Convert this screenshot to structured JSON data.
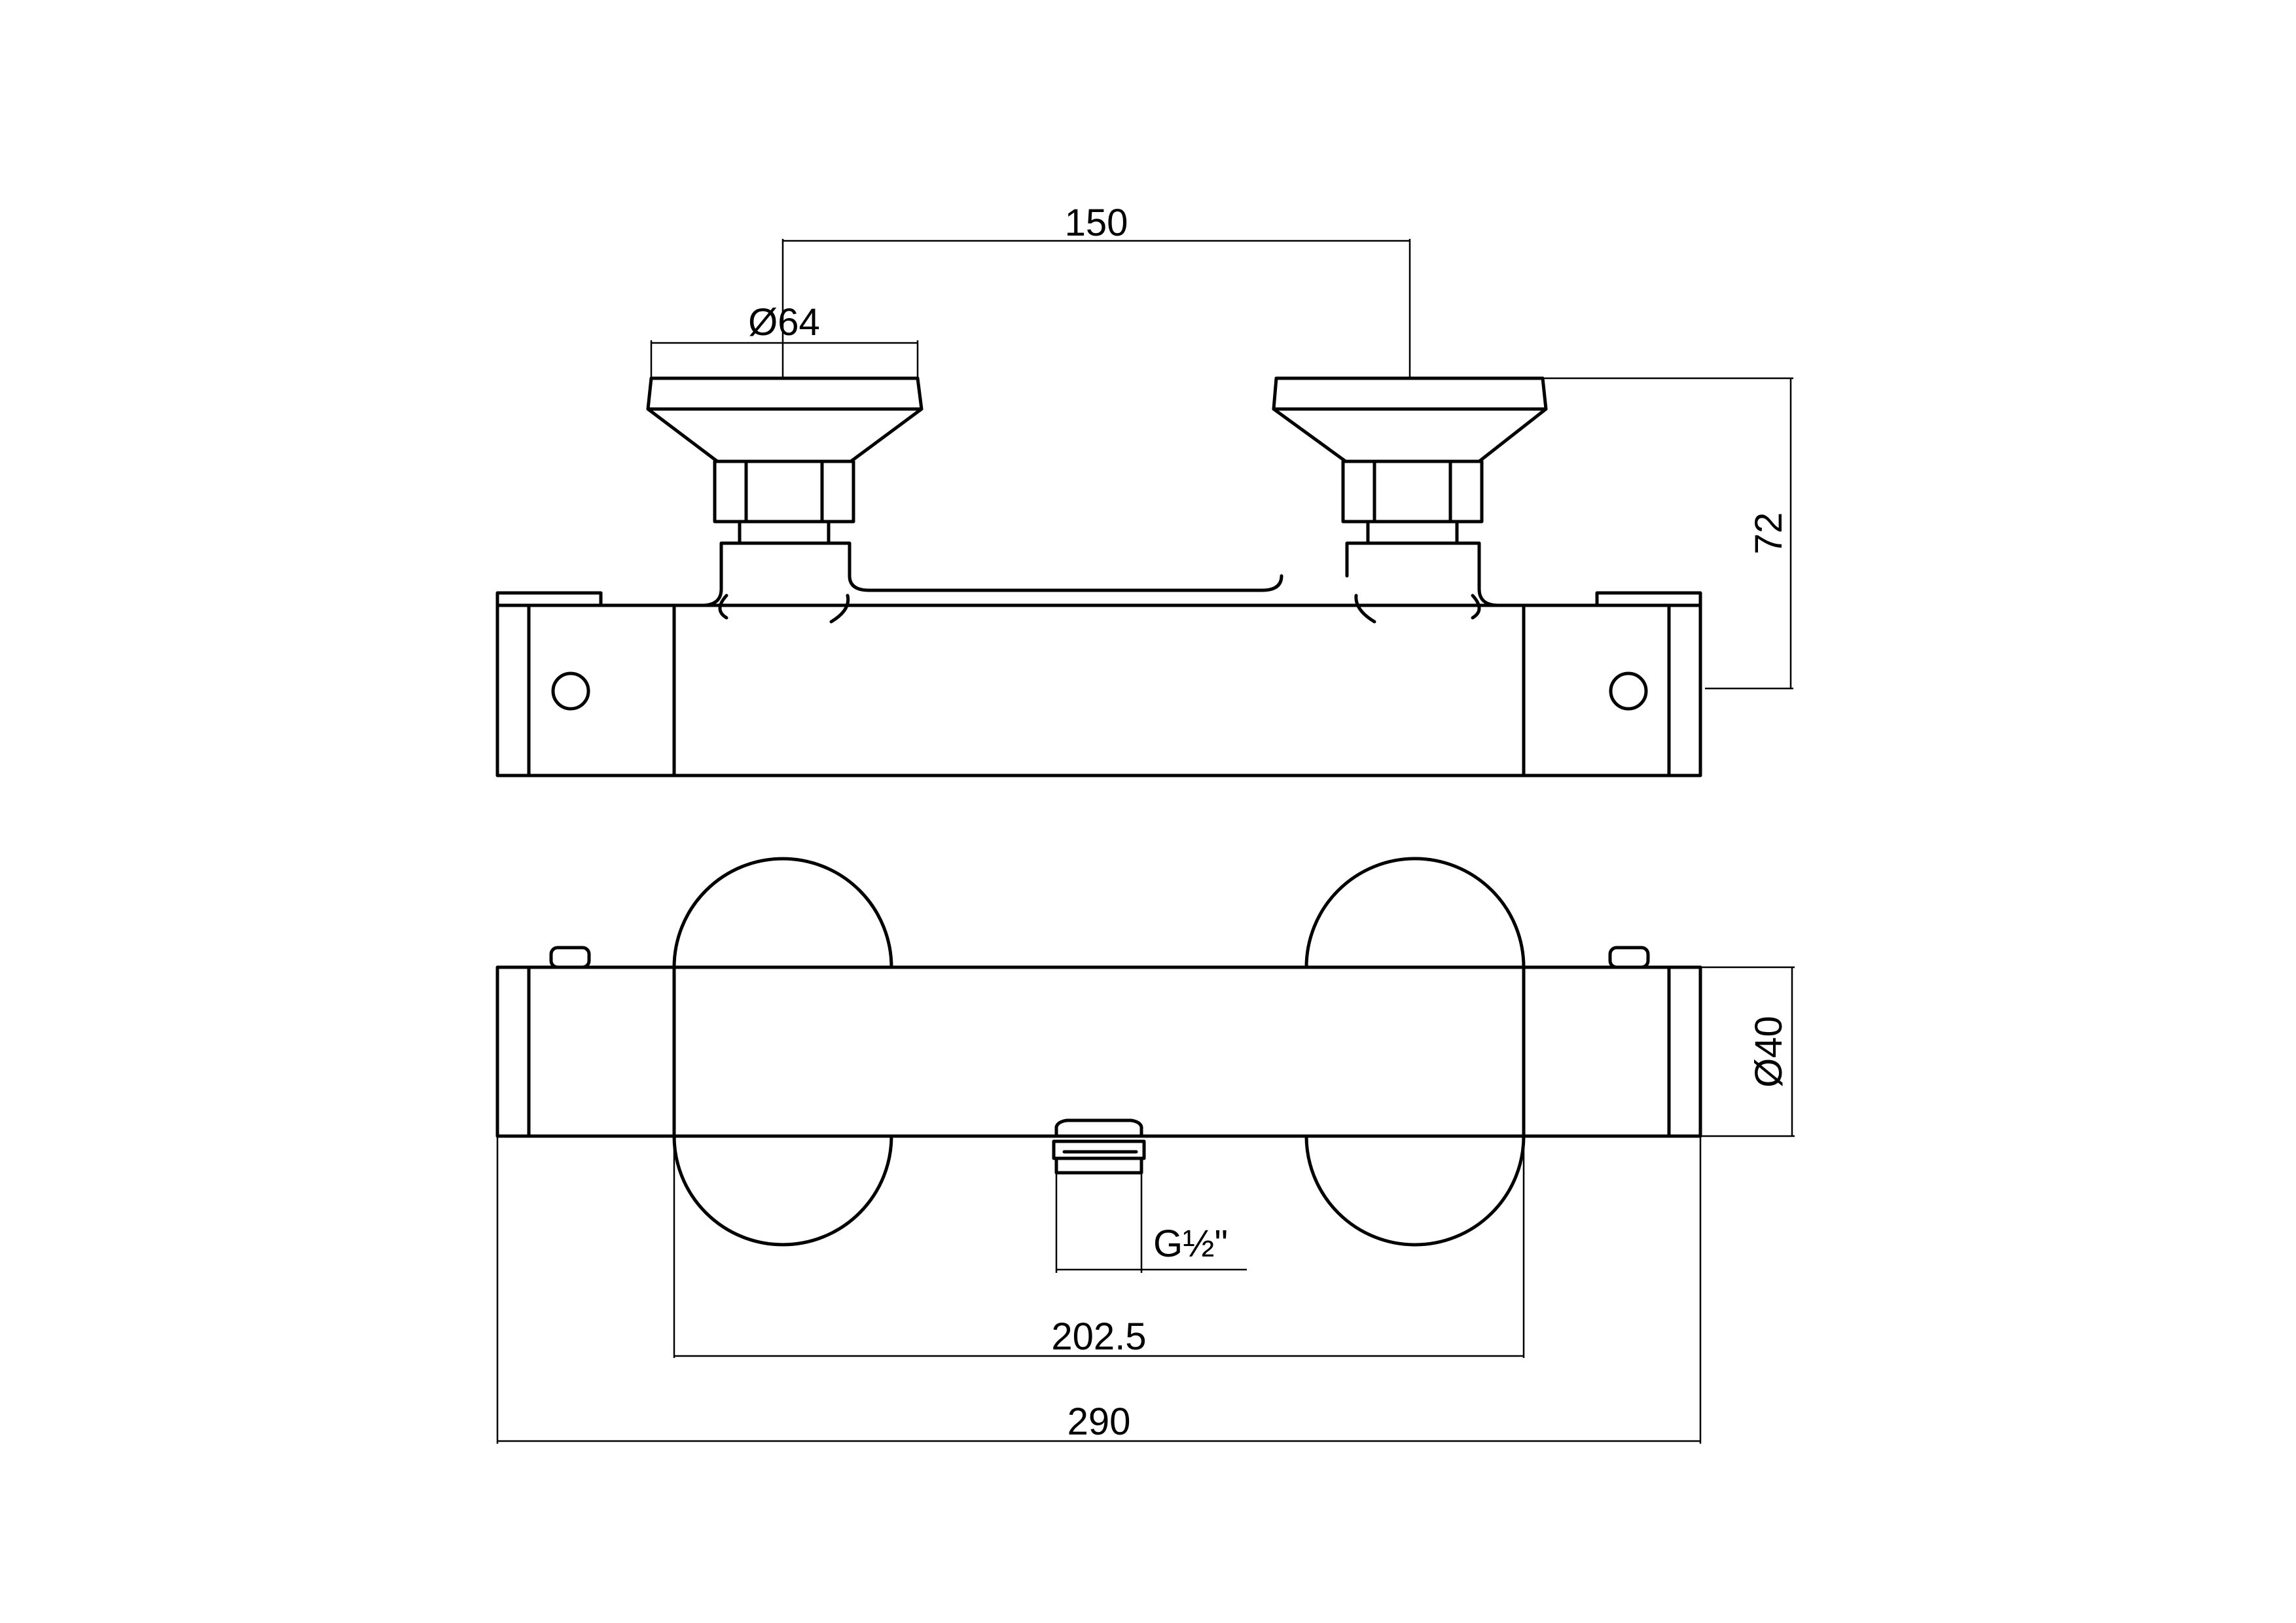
{
  "dimensions": {
    "valve_spacing": "150",
    "handle_diameter": "Ø64",
    "projection": "72",
    "body_diameter": "Ø40",
    "outlet_thread": "G½\"",
    "handle_span": "202.5",
    "overall_length": "290"
  },
  "colors": {
    "line": "#000000",
    "background": "#ffffff"
  }
}
